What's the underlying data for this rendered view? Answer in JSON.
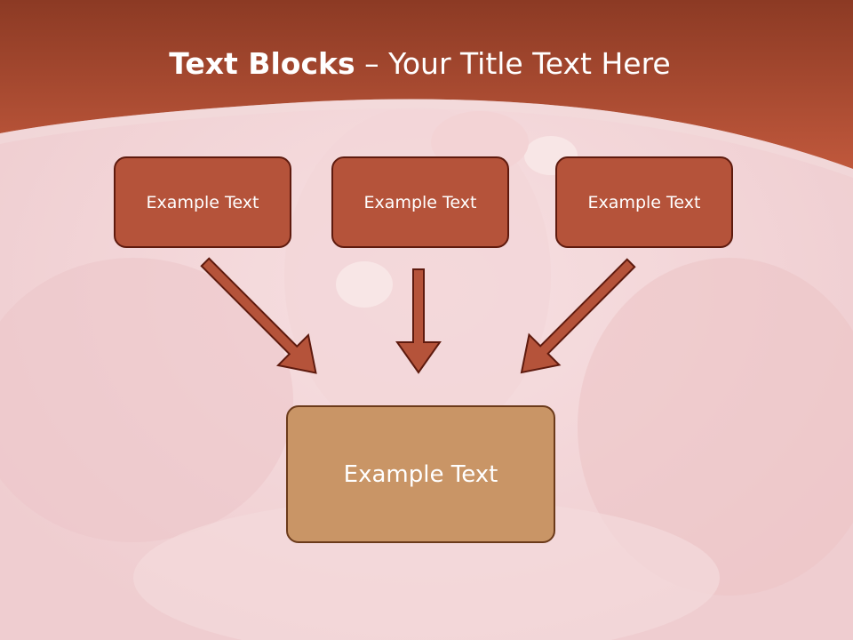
{
  "slide": {
    "title_bold": "Text Blocks",
    "title_dash": " – ",
    "title_rest": "Your Title Text Here"
  },
  "blocks": [
    {
      "label": "Example Text"
    },
    {
      "label": "Example Text"
    },
    {
      "label": "Example Text"
    }
  ],
  "target_block": {
    "label": "Example Text"
  },
  "colors": {
    "header": "#b5533a",
    "box_fill": "#b5533a",
    "box_border": "#5e1a0e",
    "target_fill": "#c99566",
    "arrow_fill": "#b5533a",
    "background": "#f2d2d4"
  }
}
